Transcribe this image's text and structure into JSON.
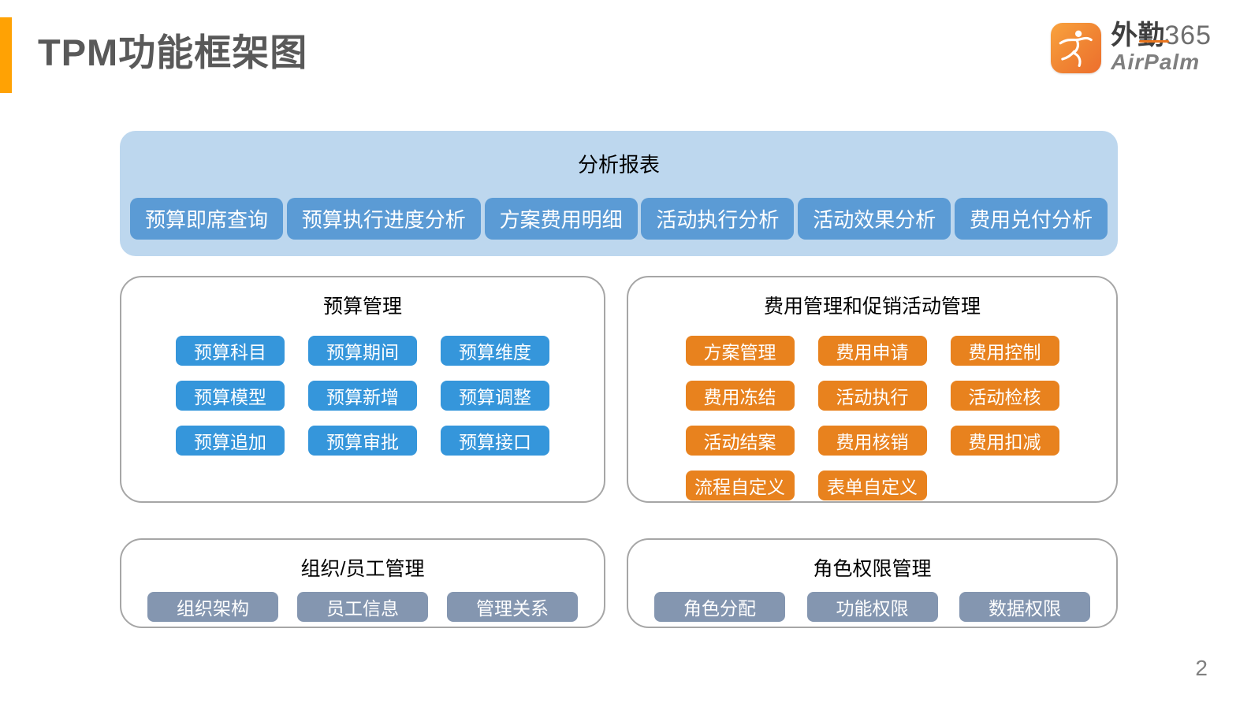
{
  "page": {
    "title": "TPM功能框架图",
    "page_number": "2"
  },
  "logo": {
    "brand_cn": "外勤",
    "brand_num": "365",
    "brand_en": "AirPalm"
  },
  "icons": {
    "airpalm_logo": "dancing-person-on-orange-rounded-square"
  },
  "colors": {
    "accent_orange_bar": "#FFA204",
    "analysis_panel_bg": "#BDD7EE",
    "analysis_button": "#5B9BD5",
    "blue_button": "#3596DB",
    "orange_button": "#E8821E",
    "gray_blue_button": "#8496B0",
    "panel_border": "#A6A6A6",
    "title_text": "#595959"
  },
  "analysis_panel": {
    "title": "分析报表",
    "buttons": [
      "预算即席查询",
      "预算执行进度分析",
      "方案费用明细",
      "活动执行分析",
      "活动效果分析",
      "费用兑付分析"
    ]
  },
  "budget_panel": {
    "title": "预算管理",
    "buttons": [
      "预算科目",
      "预算期间",
      "预算维度",
      "预算模型",
      "预算新增",
      "预算调整",
      "预算追加",
      "预算审批",
      "预算接口"
    ]
  },
  "expense_panel": {
    "title": "费用管理和促销活动管理",
    "buttons": [
      "方案管理",
      "费用申请",
      "费用控制",
      "费用冻结",
      "活动执行",
      "活动检核",
      "活动结案",
      "费用核销",
      "费用扣减",
      "流程自定义",
      "表单自定义"
    ]
  },
  "org_panel": {
    "title": "组织/员工管理",
    "buttons": [
      "组织架构",
      "员工信息",
      "管理关系"
    ]
  },
  "role_panel": {
    "title": "角色权限管理",
    "buttons": [
      "角色分配",
      "功能权限",
      "数据权限"
    ]
  }
}
